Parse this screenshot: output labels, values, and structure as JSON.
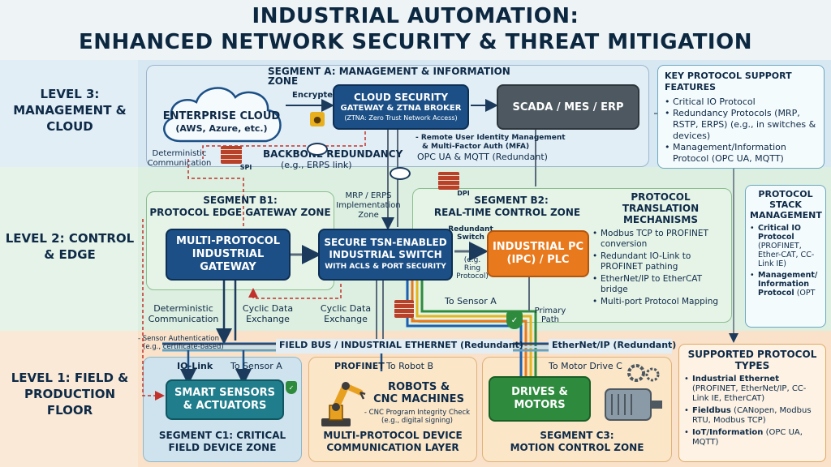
{
  "title": {
    "line1": "INDUSTRIAL AUTOMATION:",
    "line2": "ENHANCED NETWORK SECURITY & THREAT MITIGATION"
  },
  "levels": {
    "level3": "LEVEL 3: MANAGEMENT & CLOUD",
    "level2": "LEVEL 2: CONTROL & EDGE",
    "level1": "LEVEL 1: FIELD & PRODUCTION FLOOR"
  },
  "segment_a": {
    "title": "SEGMENT A: MANAGEMENT & INFORMATION ZONE",
    "cloud_title": "ENTERPRISE CLOUD",
    "cloud_sub": "(AWS, Azure, etc.)",
    "encrypted": "Encrypted",
    "gateway_title": "CLOUD SECURITY",
    "gateway_sub": "GATEWAY & ZTNA BROKER",
    "gateway_note": "(ZTNA: Zero Trust Network Access)",
    "scada": "SCADA / MES / ERP",
    "remote_id": "- Remote User Identity Management",
    "mfa": "& Multi-Factor Auth (MFA)",
    "opc": "OPC UA & MQTT (Redundant)",
    "backbone_title": "BACKBONE REDUNDANCY",
    "backbone_sub": "(e.g., ERPS link)",
    "deterministic": "Deterministic Communication",
    "spi": "SPI",
    "dpi": "DPI"
  },
  "features": {
    "title": "KEY PROTOCOL SUPPORT FEATURES",
    "items": [
      "Critical IO Protocol",
      "Redundancy Protocols (MRP, RSTP, ERPS) (e.g., in switches & devices)",
      "Management/Information Protocol (OPC UA, MQTT)"
    ]
  },
  "segment_b1": {
    "title1": "SEGMENT B1:",
    "title2": "PROTOCOL EDGE GATEWAY ZONE",
    "gateway1": "MULTI-PROTOCOL",
    "gateway2": "INDUSTRIAL",
    "gateway3": "GATEWAY",
    "mrp1": "MRP / ERPS",
    "mrp2": "Implementation",
    "mrp3": "Zone"
  },
  "switch": {
    "line1": "SECURE TSN-ENABLED",
    "line2": "INDUSTRIAL SWITCH",
    "line3": "WITH ACLS & PORT SECURITY",
    "redundant1": "Redundant",
    "redundant2": "Switch",
    "ring1": "(e.g.",
    "ring2": "Ring",
    "ring3": "Protocol)"
  },
  "segment_b2": {
    "title1": "SEGMENT B2:",
    "title2": "REAL-TIME CONTROL ZONE",
    "ipc1": "INDUSTRIAL PC",
    "ipc2": "(IPC) / PLC",
    "primary1": "Primary",
    "primary2": "Path",
    "to_sensor_a": "To Sensor A"
  },
  "translation": {
    "title1": "PROTOCOL TRANSLATION",
    "title2": "MECHANISMS",
    "items": [
      "Modbus TCP to PROFINET conversion",
      "Redundant IO-Link to PROFINET pathing",
      "EtherNet/IP to EtherCAT bridge",
      "Multi-port Protocol Mapping"
    ]
  },
  "stack": {
    "title": "PROTOCOL STACK MANAGEMENT",
    "item1_title": "Critical IO Protocol",
    "item1_sub": "(PROFINET, Ether-CAT, CC-Link IE)",
    "item2_title": "Management/ Information Protocol",
    "item2_sub": "(OPT"
  },
  "links": {
    "deterministic": "Deterministic Communication",
    "cyclic1": "Cyclic Data Exchange",
    "cyclic2": "Cyclic Data Exchange",
    "sensor_auth": "- Sensor Authentication",
    "sensor_auth_sub": "(e.g., certificate-based)",
    "fieldbus": "FIELD BUS / INDUSTRIAL ETHERNET (Redundant)",
    "ethernetip": "EtherNet/IP (Redundant)"
  },
  "segment_c1": {
    "iolink": "IO-Link",
    "to_sensor": "To Sensor A",
    "box1": "SMART SENSORS",
    "box2": "& ACTUATORS",
    "title1": "SEGMENT C1: CRITICAL",
    "title2": "FIELD DEVICE ZONE"
  },
  "segment_c2": {
    "profinet": "PROFINET",
    "to_robot": "To Robot B",
    "robots1": "ROBOTS &",
    "robots2": "CNC MACHINES",
    "integrity": "- CNC Program Integrity Check",
    "integrity_sub": "(e.g., digital signing)",
    "title1": "MULTI-PROTOCOL DEVICE",
    "title2": "COMMUNICATION LAYER"
  },
  "segment_c3": {
    "to_motor": "To Motor Drive C",
    "drives1": "DRIVES &",
    "drives2": "MOTORS",
    "title1": "SEGMENT C3:",
    "title2": "MOTION CONTROL ZONE"
  },
  "supported": {
    "title1": "SUPPORTED PROTOCOL",
    "title2": "TYPES",
    "items": [
      {
        "b": "Industrial Ethernet",
        "t": " (PROFINET, EtherNet/IP, CC-Link IE, EtherCAT)"
      },
      {
        "b": "Fieldbus",
        "t": " (CANopen, Modbus RTU, Modbus TCP)"
      },
      {
        "b": "IoT/Information",
        "t": " (OPC UA, MQTT)"
      }
    ]
  },
  "colors": {
    "navy": "#1b4f86",
    "teal": "#1f7d8c",
    "orange": "#e8791c",
    "green": "#2e8b3e",
    "gray": "#4d5860"
  }
}
